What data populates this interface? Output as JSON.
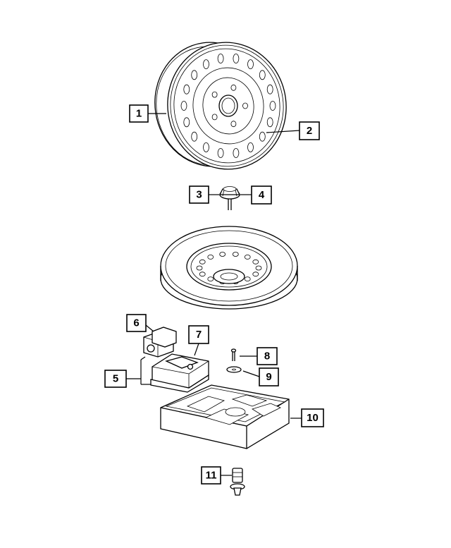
{
  "callouts": [
    {
      "id": "1",
      "label": "1",
      "part": "spare-wheel"
    },
    {
      "id": "2",
      "label": "2",
      "part": "spare-wheel"
    },
    {
      "id": "3",
      "label": "3",
      "part": "hold-down-nut"
    },
    {
      "id": "4",
      "label": "4",
      "part": "hold-down-nut"
    },
    {
      "id": "5",
      "label": "5",
      "part": "compressor-kit"
    },
    {
      "id": "6",
      "label": "6",
      "part": "sealant-bottle"
    },
    {
      "id": "7",
      "label": "7",
      "part": "compressor-kit"
    },
    {
      "id": "8",
      "label": "8",
      "part": "bolt"
    },
    {
      "id": "9",
      "label": "9",
      "part": "washer"
    },
    {
      "id": "10",
      "label": "10",
      "part": "storage-tray"
    },
    {
      "id": "11",
      "label": "11",
      "part": "fastener"
    }
  ],
  "colors": {
    "line": "#000000",
    "background": "#ffffff"
  }
}
